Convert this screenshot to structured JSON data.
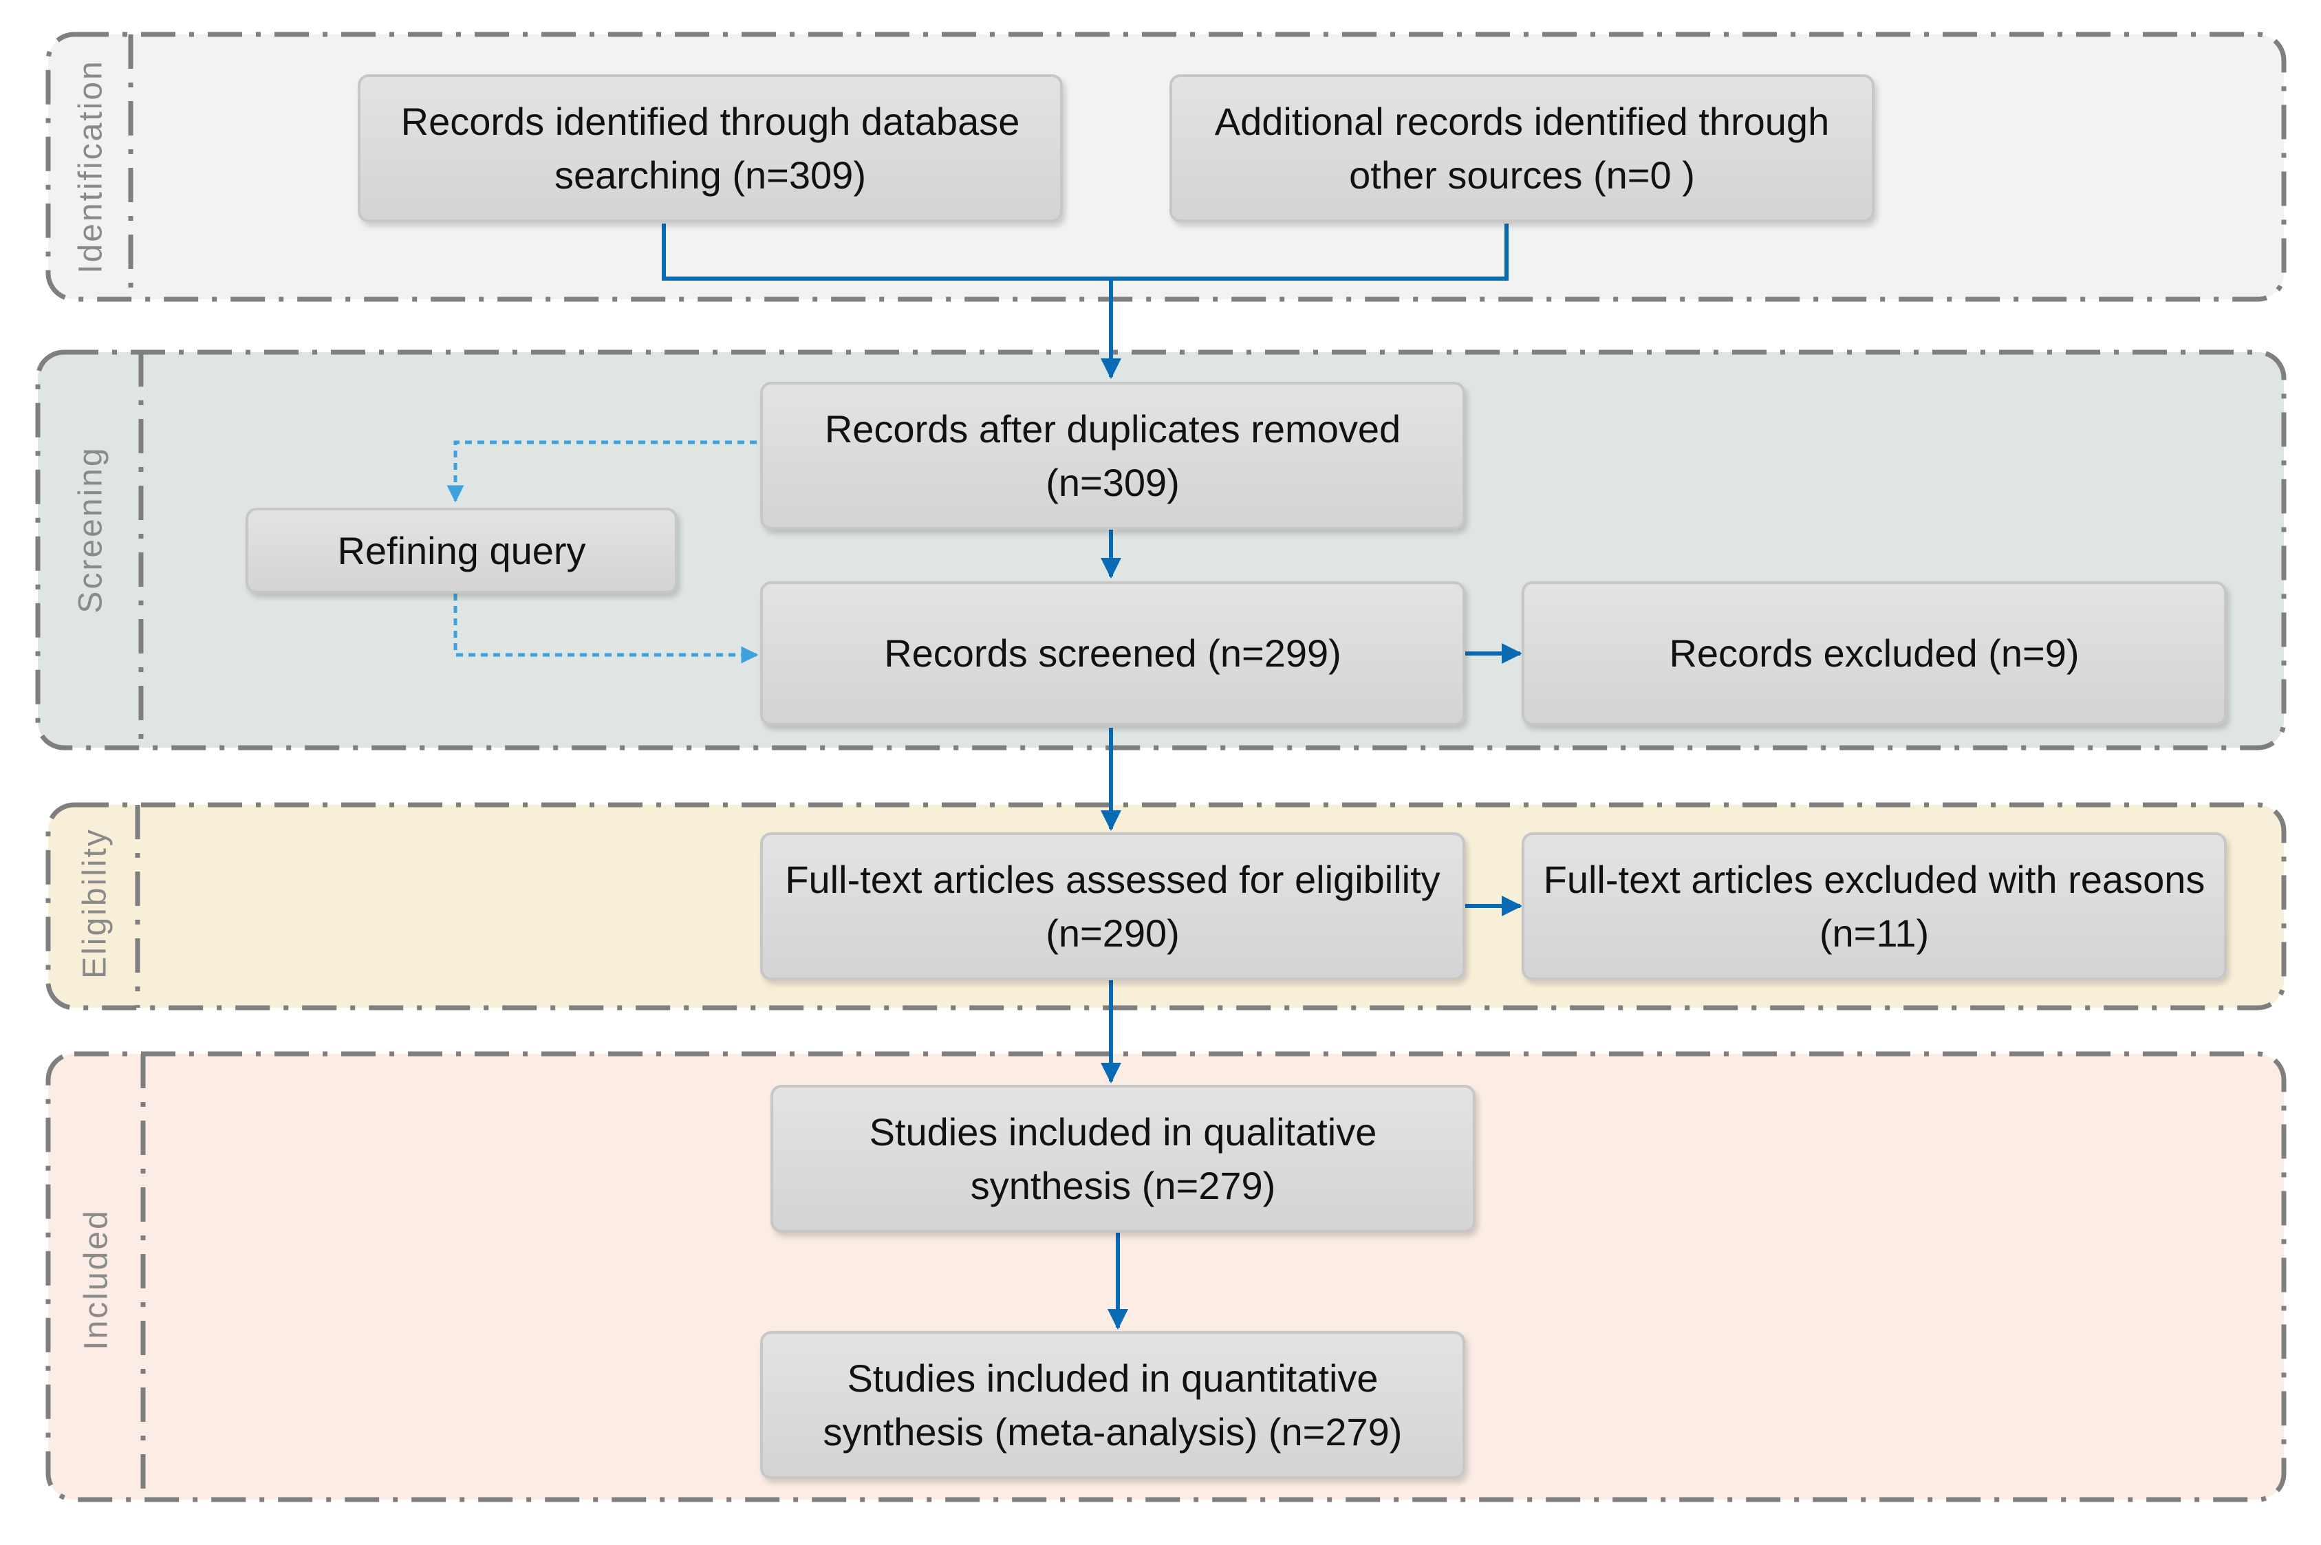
{
  "stages": {
    "identification": "Identification",
    "screening": "Screening",
    "eligibility": "Eligibility",
    "included": "Included"
  },
  "boxes": {
    "database_records": "Records identified through database searching (n=309)",
    "other_sources": "Additional records identified through other sources (n=0 )",
    "after_duplicates": "Records after duplicates removed (n=309)",
    "refining_query": "Refining query",
    "screened": "Records screened (n=299)",
    "excluded": "Records excluded (n=9)",
    "fulltext_assessed": "Full-text articles assessed for eligibility (n=290)",
    "fulltext_excluded": "Full-text articles excluded with reasons (n=11)",
    "qualitative": "Studies included in qualitative synthesis (n=279)",
    "quantitative": "Studies included in quantitative synthesis (meta-analysis) (n=279)"
  },
  "colors": {
    "identification_fill": "#f2f2f2",
    "screening_fill": "#dfe5e2",
    "eligibility_fill": "#f8efd9",
    "included_fill": "#fbede5",
    "panel_border": "#7f7f7f",
    "arrow": "#0a6bb5",
    "box_fill": "#dcdcdc"
  }
}
